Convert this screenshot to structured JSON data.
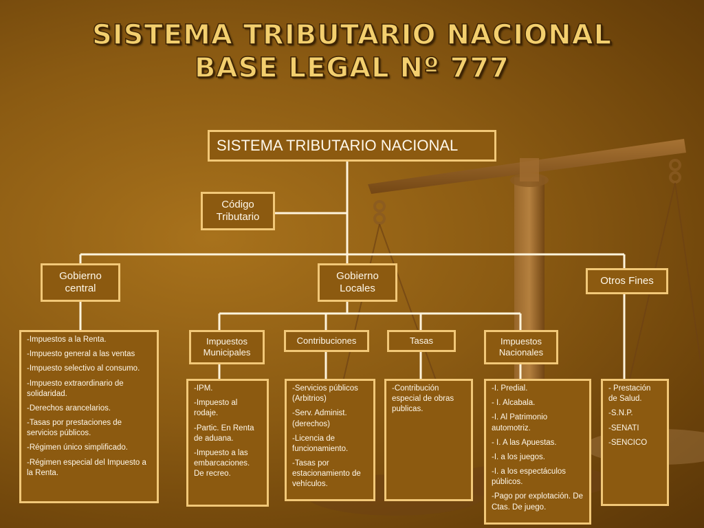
{
  "title": {
    "line1": "SISTEMA TRIBUTARIO NACIONAL",
    "line2": "BASE LEGAL Nº 777"
  },
  "nodes": {
    "root": "SISTEMA TRIBUTARIO NACIONAL",
    "codigo": "Código Tributario",
    "gob_central": "Gobierno central",
    "gob_locales": "Gobierno Locales",
    "otros_fines": "Otros Fines",
    "imp_municipales": "Impuestos Municipales",
    "contribuciones": "Contribuciones",
    "tasas": "Tasas",
    "imp_nacionales": "Impuestos Nacionales"
  },
  "lists": {
    "central": [
      "-Impuestos  a la Renta.",
      "-Impuesto general a las ventas",
      "-Impuesto selectivo al consumo.",
      "-Impuesto extraordinario de solidaridad.",
      "-Derechos arancelarios.",
      "-Tasas por prestaciones de servicios públicos.",
      "-Régimen único simplificado.",
      "-Régimen especial del Impuesto a la Renta."
    ],
    "municipales": [
      "-IPM.",
      "-Impuesto al rodaje.",
      "-Partic. En Renta de aduana.",
      "-Impuesto  a las embarcaciones. De recreo."
    ],
    "contribuciones": [
      "-Servicios públicos (Arbitrios)",
      "-Serv. Administ. (derechos)",
      "-Licencia de funcionamiento.",
      "-Tasas por estacionamiento de vehículos."
    ],
    "tasas": [
      "-Contribución especial de obras publicas."
    ],
    "nacionales": [
      "-I. Predial.",
      "- I. Alcabala.",
      "-I. Al Patrimonio automotriz.",
      "- I.  A las Apuestas.",
      "-I. a los juegos.",
      "-I. a los espectáculos públicos.",
      "-Pago por explotación. De Ctas. De juego."
    ],
    "otros": [
      "- Prestación de Salud.",
      "-S.N.P.",
      "-SENATI",
      "-SENCICO"
    ]
  },
  "colors": {
    "accent": "#f2c878",
    "title": "#f3cf6e",
    "text": "#fff8ea"
  },
  "icons": {
    "background": "balance-scale-icon"
  }
}
